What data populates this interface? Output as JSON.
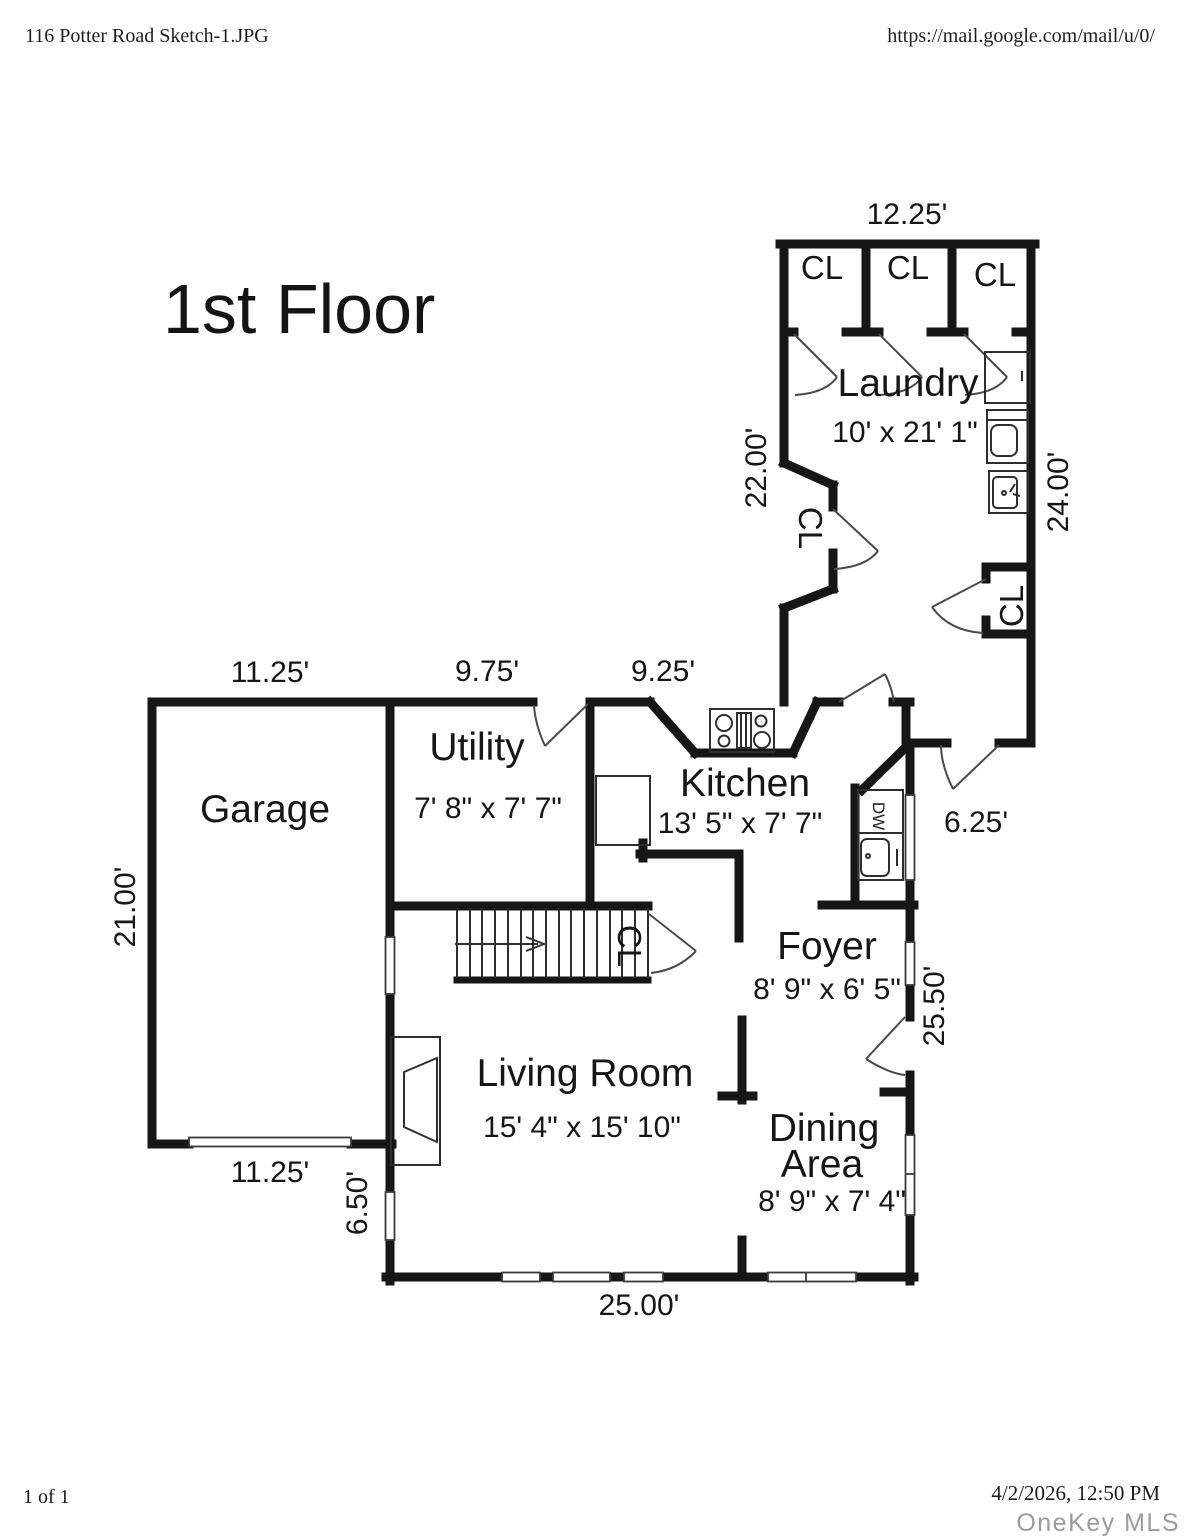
{
  "page": {
    "header": {
      "left": "116 Potter Road Sketch-1.JPG",
      "right": "https://mail.google.com/mail/u/0/"
    },
    "footer": {
      "left": "1 of 1",
      "right": "4/2/2026, 12:50 PM",
      "watermark": "OneKey MLS"
    }
  },
  "plan": {
    "title": "1st Floor",
    "labels": {
      "closet": "CL",
      "dishwasher": "DW"
    },
    "rooms": {
      "laundry": {
        "name": "Laundry",
        "size": "10' x 21' 1\""
      },
      "garage": {
        "name": "Garage"
      },
      "utility": {
        "name": "Utility",
        "size": "7' 8\" x 7' 7\""
      },
      "kitchen": {
        "name": "Kitchen",
        "size": "13' 5\" x 7' 7\""
      },
      "foyer": {
        "name": "Foyer",
        "size": "8' 9\" x 6' 5\""
      },
      "living_room": {
        "name": "Living Room",
        "size": "15' 4\" x 15' 10\""
      },
      "dining_area": {
        "name_line1": "Dining",
        "name_line2": "Area",
        "size": "8' 9\" x 7' 4\""
      }
    },
    "dimensions": {
      "laundry_top": "12.25'",
      "laundry_left": "22.00'",
      "laundry_right": "24.00'",
      "garage_top": "11.25'",
      "utility_top": "9.75'",
      "kitchen_top": "9.25'",
      "garage_left": "21.00'",
      "hall": "6.25'",
      "east": "25.50'",
      "garage_bottom": "11.25'",
      "west": "6.50'",
      "south": "25.00'"
    },
    "colors": {
      "wall": "#161616",
      "thin_line": "#2e2e2e",
      "watermark": "#9b9b9b"
    }
  }
}
